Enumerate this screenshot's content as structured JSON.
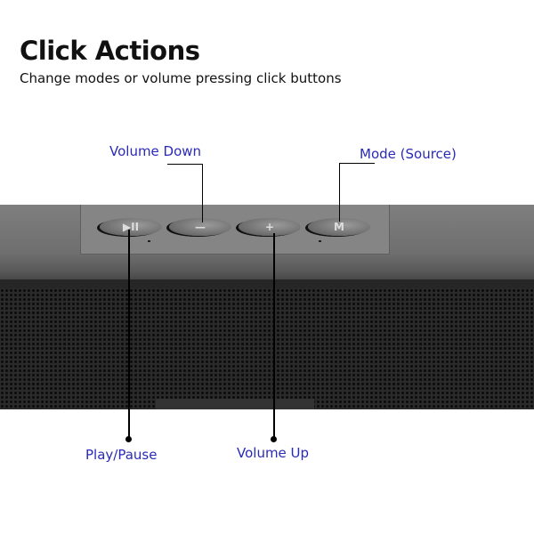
{
  "header": {
    "title": "Click Actions",
    "subtitle": "Change modes or volume pressing click buttons"
  },
  "buttons": [
    {
      "name": "play-pause",
      "glyph": "▶II"
    },
    {
      "name": "volume-down",
      "glyph": "—"
    },
    {
      "name": "volume-up",
      "glyph": "+"
    },
    {
      "name": "mode",
      "glyph": "M"
    }
  ],
  "callouts": {
    "volume_down": "Volume Down",
    "mode": "Mode (Source)",
    "play_pause": "Play/Pause",
    "volume_up": "Volume Up"
  },
  "colors": {
    "label": "#2a2ab8"
  }
}
